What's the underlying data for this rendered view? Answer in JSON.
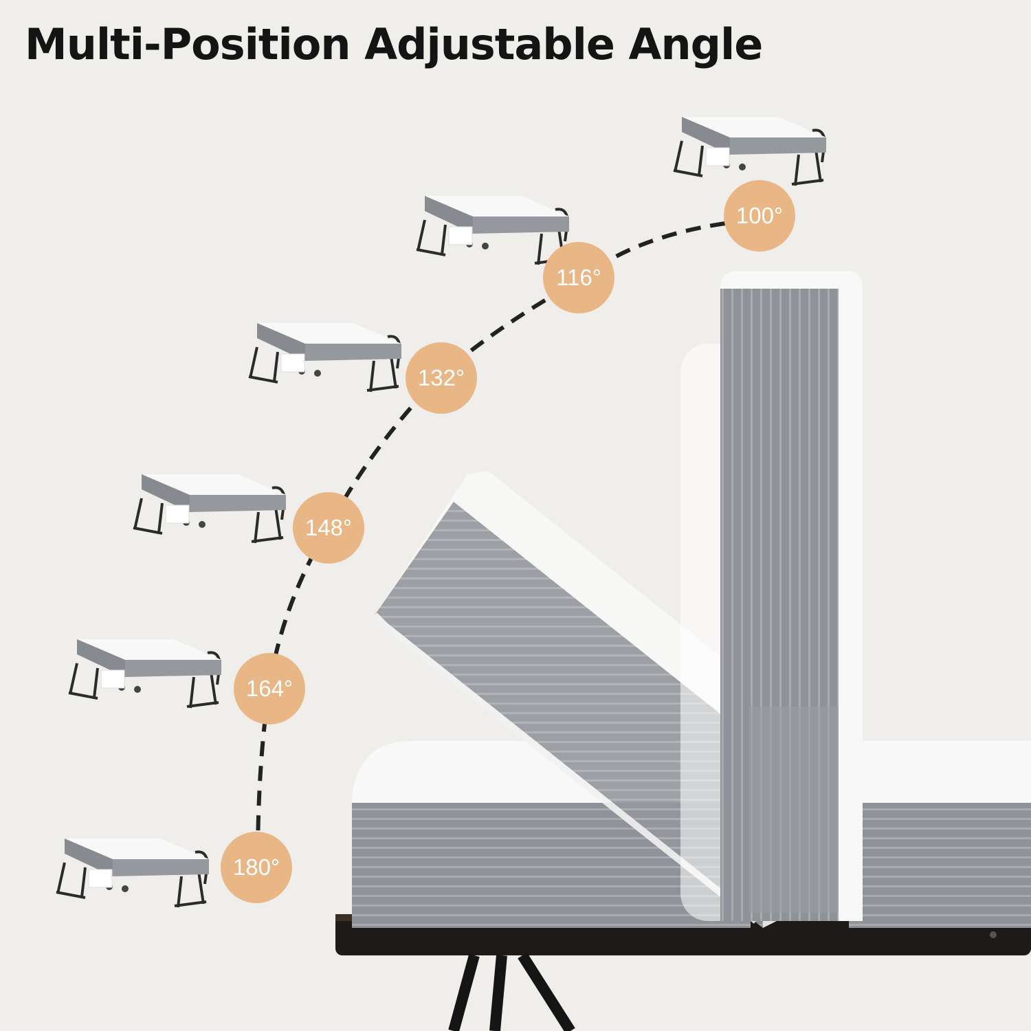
{
  "title": "Multi-Position Adjustable Angle",
  "colors": {
    "background": "#efeeeb",
    "badge": "#e9b785",
    "badge_text": "#ffffff",
    "mattress_gray": "#8e9196",
    "foam_white": "#f7f7f7",
    "frame": "#2b2b2b"
  },
  "angles": [
    {
      "label": "100°",
      "icon": "folding-bed-icon"
    },
    {
      "label": "116°",
      "icon": "folding-bed-icon"
    },
    {
      "label": "132°",
      "icon": "folding-bed-icon"
    },
    {
      "label": "148°",
      "icon": "folding-bed-icon"
    },
    {
      "label": "164°",
      "icon": "folding-bed-icon"
    },
    {
      "label": "180°",
      "icon": "folding-bed-icon"
    }
  ]
}
